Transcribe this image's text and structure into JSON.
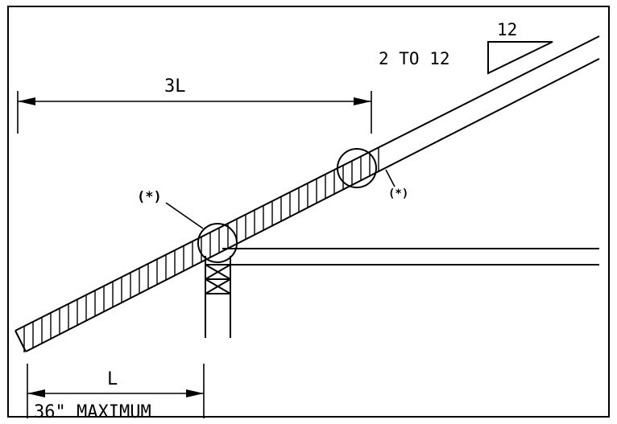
{
  "labels": {
    "overhang_span": "3L",
    "slope_rise": "2 TO 12",
    "slope_run": "12",
    "overhang": "L",
    "max_overhang": "36\" MAXIMUM",
    "note_marker_left": "(*)",
    "note_marker_right": "(*)"
  },
  "colors": {
    "line": "#000000",
    "background": "#ffffff"
  }
}
